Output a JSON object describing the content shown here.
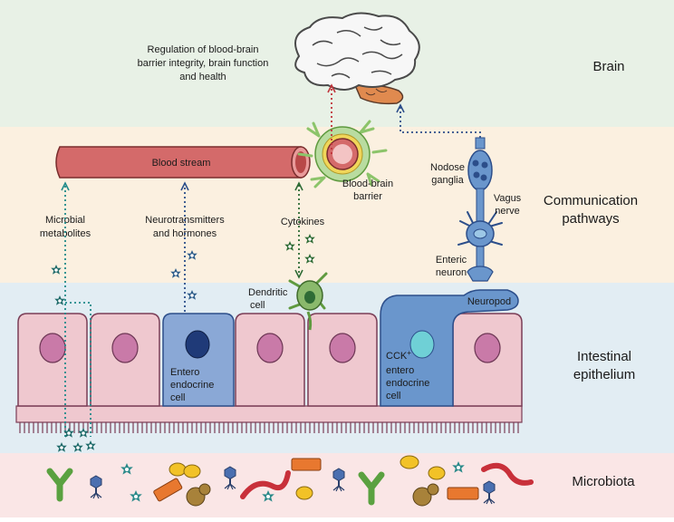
{
  "sections": {
    "brain": "Brain",
    "communication": [
      "Communication",
      "pathways"
    ],
    "epithelium": [
      "Intestinal",
      "epithelium"
    ],
    "microbiota": "Microbiota"
  },
  "labels": {
    "regulation": [
      "Regulation of blood-brain",
      "barrier integrity, brain function",
      "and health"
    ],
    "blood_stream": "Blood stream",
    "bbb": [
      "Blood-brain",
      "barrier"
    ],
    "nodose": [
      "Nodose",
      "ganglia"
    ],
    "vagus": [
      "Vagus",
      "nerve"
    ],
    "enteric": [
      "Enteric",
      "neuron"
    ],
    "neuropod": "Neuropod",
    "metabolites": [
      "Microbial",
      "metabolites"
    ],
    "neurotransmitters": [
      "Neurotransmitters",
      "and hormones"
    ],
    "cytokines": "Cytokines",
    "dendritic": [
      "Dendritic",
      "cell"
    ],
    "eec": [
      "Entero",
      "endocrine",
      "cell"
    ],
    "cck_prefix": "CCK",
    "cck_sup": "+",
    "cck_rest": [
      "entero",
      "endocrine",
      "cell"
    ]
  },
  "colors": {
    "brain_band": "#e8f1e6",
    "comm_band": "#fbf0e0",
    "epi_band": "#e2edf3",
    "micro_band": "#fae6e6",
    "vessel": "#d46a6a",
    "cell_pink": "#efc8cf",
    "nucleus_pink": "#c97aa8",
    "eec_blue": "#5b87c5",
    "neuron_blue": "#6a96cc",
    "dendritic_green": "#8ab96c"
  }
}
